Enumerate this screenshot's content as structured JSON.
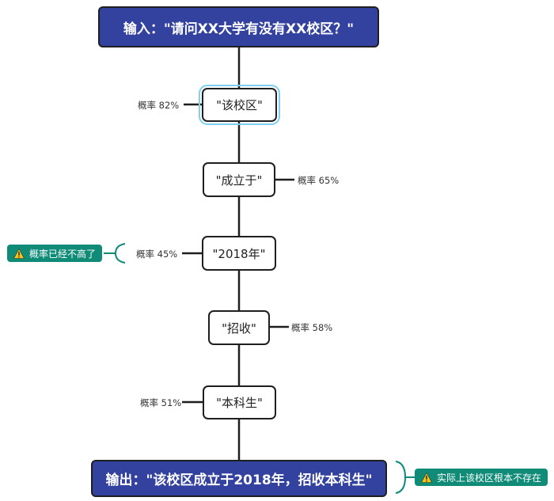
{
  "flow": {
    "input": "输入：\"请问XX大学有没有XX校区？\"",
    "steps": [
      {
        "token": "\"该校区\"",
        "probability": "概率 82%"
      },
      {
        "token": "\"成立于\"",
        "probability": "概率 65%"
      },
      {
        "token": "\"2018年\"",
        "probability": "概率 45%"
      },
      {
        "token": "\"招收\"",
        "probability": "概率 58%"
      },
      {
        "token": "\"本科生\"",
        "probability": "概率 51%"
      }
    ],
    "output": "输出：\"该校区成立于2018年，招收本科生\""
  },
  "callouts": {
    "low_probability": {
      "icon": "warning-icon",
      "text": "概率已经不高了",
      "color": "#0f8b78"
    },
    "nonexistent": {
      "icon": "warning-icon",
      "text": "实际上该校区根本不存在",
      "color": "#0f8b78"
    }
  },
  "colors": {
    "header_fill": "#33419f",
    "callout_fill": "#0f8b78",
    "selection": "#7fd0f0"
  }
}
